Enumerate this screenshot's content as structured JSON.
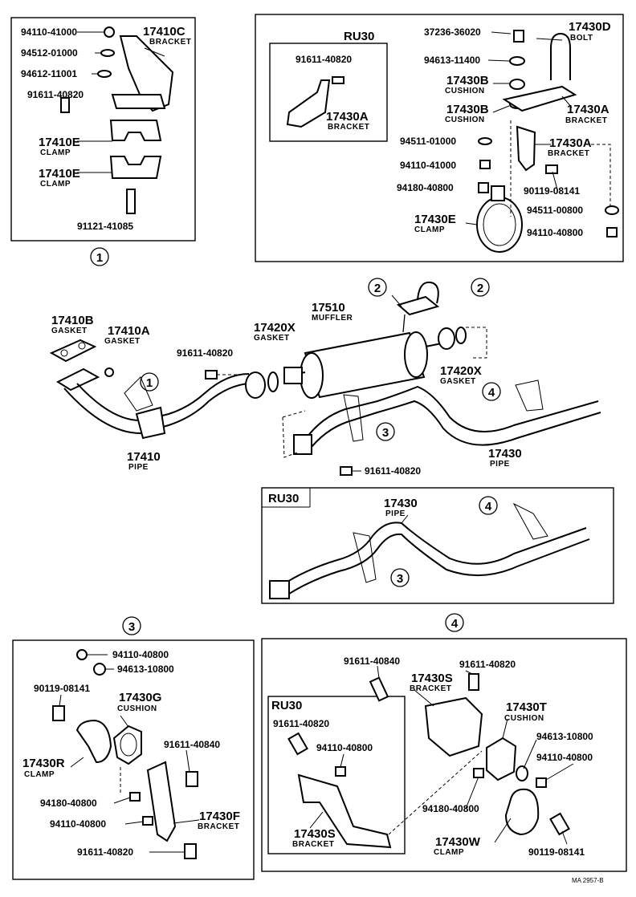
{
  "inset1": {
    "marker": "1",
    "labels": {
      "p94110_41000": "94110-41000",
      "p94512_01000": "94512-01000",
      "p94612_11001": "94612-11001",
      "p91611_40820": "91611-40820",
      "p17410C": "17410C",
      "p17410C_sub": "BRACKET",
      "p17410E_a": "17410E",
      "p17410E_a_sub": "CLAMP",
      "p17410E_b": "17410E",
      "p17410E_b_sub": "CLAMP",
      "p91121_41085": "91121-41085"
    }
  },
  "inset2": {
    "marker": "2",
    "variant_title": "RU30",
    "labels": {
      "p91611_40820": "91611-40820",
      "p17430A_ru": "17430A",
      "p17430A_ru_sub": "BRACKET",
      "p37236_36020": "37236-36020",
      "p17430D": "17430D",
      "p17430D_sub": "BOLT",
      "p94613_11400": "94613-11400",
      "p17430B_a": "17430B",
      "p17430B_a_sub": "CUSHION",
      "p17430B_b": "17430B",
      "p17430B_b_sub": "CUSHION",
      "p17430A_a": "17430A",
      "p17430A_a_sub": "BRACKET",
      "p94511_01000": "94511-01000",
      "p17430A_b": "17430A",
      "p17430A_b_sub": "BRACKET",
      "p94110_41000": "94110-41000",
      "p94180_40800": "94180-40800",
      "p90119_08141": "90119-08141",
      "p17430E": "17430E",
      "p17430E_sub": "CLAMP",
      "p94511_00800": "94511-00800",
      "p94110_40800": "94110-40800"
    }
  },
  "main": {
    "markers": {
      "m2a": "2",
      "m2b": "2",
      "m1": "1",
      "m3": "3",
      "m4": "4"
    },
    "labels": {
      "p17410B": "17410B",
      "p17410B_sub": "GASKET",
      "p17410A": "17410A",
      "p17410A_sub": "GASKET",
      "p91611_40820_a": "91611-40820",
      "p17420X_a": "17420X",
      "p17420X_a_sub": "GASKET",
      "p17510": "17510",
      "p17510_sub": "MUFFLER",
      "p17420X_b": "17420X",
      "p17420X_b_sub": "GASKET",
      "p17410": "17410",
      "p17410_sub": "PIPE",
      "p17430": "17430",
      "p17430_sub": "PIPE",
      "p91611_40820_b": "91611-40820"
    }
  },
  "ru30_pipe": {
    "variant_title": "RU30",
    "labels": {
      "p17430": "17430",
      "p17430_sub": "PIPE"
    },
    "markers": {
      "m3": "3",
      "m4": "4"
    }
  },
  "inset3": {
    "marker": "3",
    "labels": {
      "p94110_40800": "94110-40800",
      "p94613_10800": "94613-10800",
      "p90119_08141": "90119-08141",
      "p17430G": "17430G",
      "p17430G_sub": "CUSHION",
      "p17430R": "17430R",
      "p17430R_sub": "CLAMP",
      "p91611_40840": "91611-40840",
      "p94180_40800": "94180-40800",
      "p94110_40800_b": "94110-40800",
      "p17430F": "17430F",
      "p17430F_sub": "BRACKET",
      "p91611_40820": "91611-40820"
    }
  },
  "inset4": {
    "marker": "4",
    "variant_title": "RU30",
    "labels": {
      "p91611_40840": "91611-40840",
      "p91611_40820": "91611-40820",
      "p17430S": "17430S",
      "p17430S_sub": "BRACKET",
      "p17430T": "17430T",
      "p17430T_sub": "CUSHION",
      "p94613_10800": "94613-10800",
      "p94110_40800": "94110-40800",
      "p91611_40820_ru": "91611-40820",
      "p94110_40800_ru": "94110-40800",
      "p94180_40800": "94180-40800",
      "p17430S_ru": "17430S",
      "p17430S_ru_sub": "BRACKET",
      "p17430W": "17430W",
      "p17430W_sub": "CLAMP",
      "p90119_08141": "90119-08141"
    }
  },
  "footer": {
    "ref_code": "MA 2957-B"
  }
}
